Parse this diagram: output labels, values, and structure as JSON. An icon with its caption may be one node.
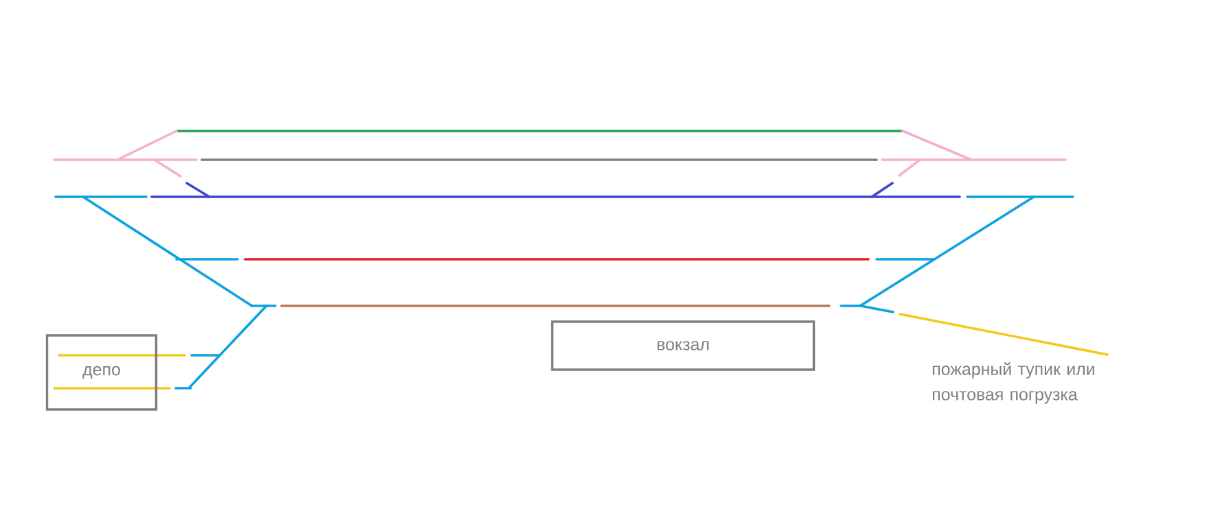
{
  "diagram": {
    "nodes": [
      {
        "text": [
          "депо"
        ]
      },
      {
        "text": [
          "вокзал"
        ]
      }
    ],
    "labels": [
      "пожарный тупик или почтовая погрузка"
    ]
  }
}
